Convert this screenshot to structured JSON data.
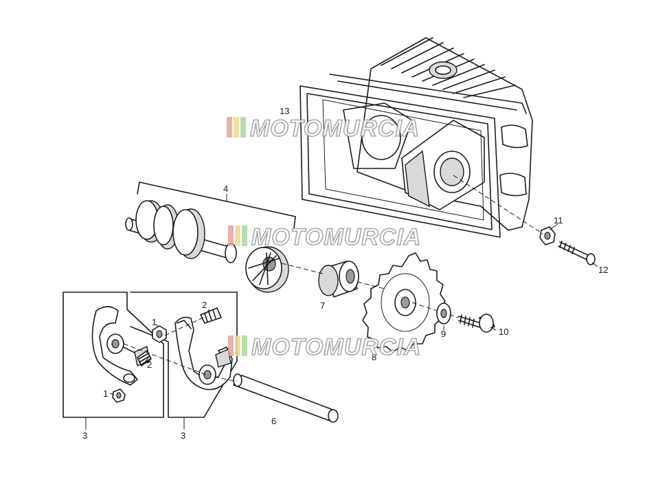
{
  "callouts": {
    "n1a": "1",
    "n1b": "1",
    "n2a": "2",
    "n2b": "2",
    "n3a": "3",
    "n3b": "3",
    "n4": "4",
    "n6": "6",
    "n7": "7",
    "n8": "8",
    "n9": "9",
    "n10": "10",
    "n11": "11",
    "n12": "12",
    "n13": "13"
  },
  "watermark": {
    "text": "MOTOMURCIA",
    "stripe_colors": [
      "#e8a0a0",
      "#f0d890",
      "#a8d8a0"
    ]
  }
}
